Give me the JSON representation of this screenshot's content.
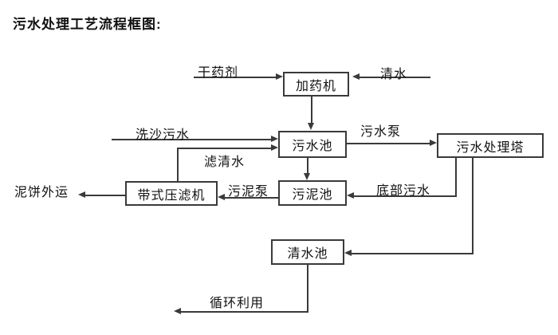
{
  "page": {
    "title": "污水处理工艺流程框图:"
  },
  "diagram": {
    "nodes": {
      "dosing_machine": "加药机",
      "sewage_pool": "污水池",
      "treatment_tower": "污水处理塔",
      "sludge_pool": "污泥池",
      "belt_filter_press": "带式压滤机",
      "clear_water_pool": "清水池"
    },
    "flow_labels": {
      "dry_chemical": "干药剂",
      "clear_water": "清水",
      "sand_washing_sewage": "洗沙污水",
      "sewage_pump": "污水泵",
      "filtered_water": "滤清水",
      "mud_cake_out": "泥饼外运",
      "sludge_pump": "污泥泵",
      "bottom_sewage": "底部污水",
      "recycle_use": "循环利用"
    },
    "colors": {
      "line": "#3a3a3a",
      "text": "#111111",
      "background": "#ffffff"
    }
  }
}
